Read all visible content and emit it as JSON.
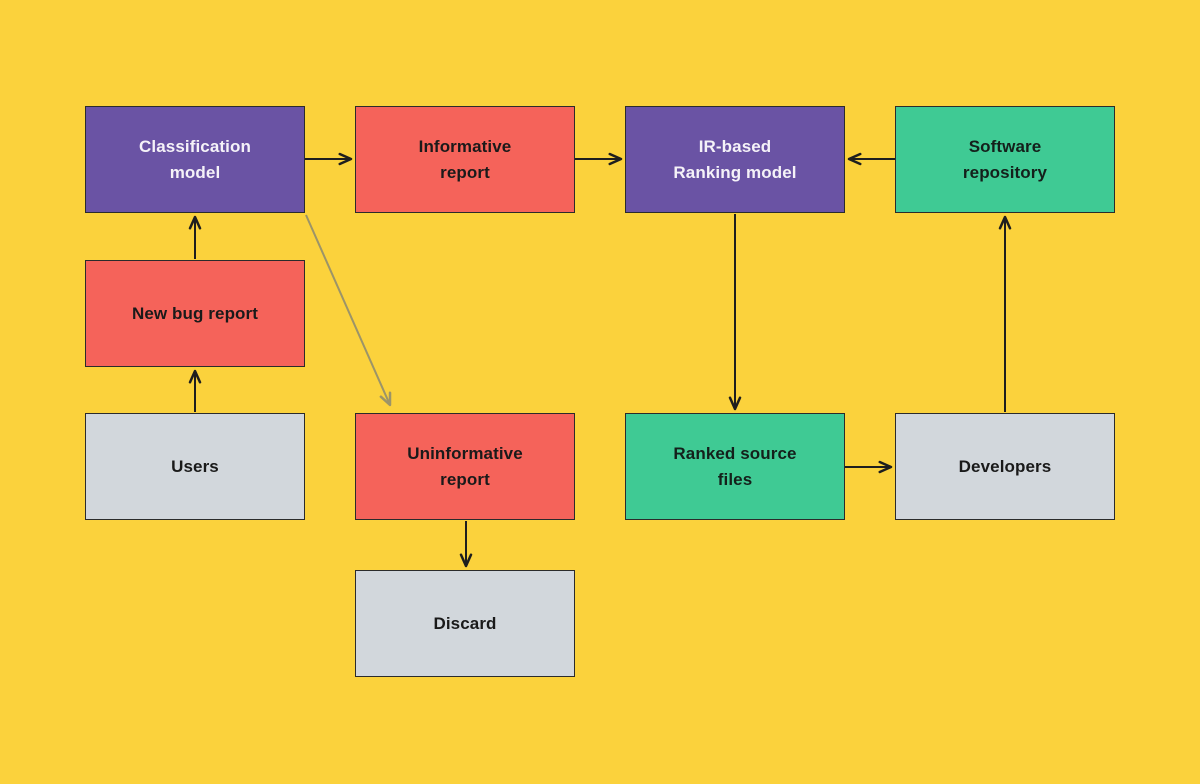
{
  "diagram": {
    "background_color": "#FBD23C",
    "node_border_color": "#2B2B2B",
    "arrow_color": "#1E1E1E",
    "secondary_arrow_color": "#9C9468",
    "palette": {
      "model_purple": "#6A53A4",
      "report_coral": "#F5635A",
      "artifact_green": "#3FCA94",
      "neutral_gray": "#D2D7DC"
    },
    "nodes": {
      "classification_model": {
        "label": "Classification model",
        "fill": "#6A53A4",
        "text_color": "#F5F2F8"
      },
      "informative_report": {
        "label": "Informative report",
        "fill": "#F5635A",
        "text_color": "#1A1A1A"
      },
      "ir_ranking_model": {
        "label": "IR-based Ranking model",
        "fill": "#6A53A4",
        "text_color": "#F5F2F8"
      },
      "software_repository": {
        "label": "Software repository",
        "fill": "#3FCA94",
        "text_color": "#1A1A1A"
      },
      "new_bug_report": {
        "label": "New bug report",
        "fill": "#F5635A",
        "text_color": "#1A1A1A"
      },
      "users": {
        "label": "Users",
        "fill": "#D2D7DC",
        "text_color": "#1A1A1A"
      },
      "uninformative_report": {
        "label": "Uninformative report",
        "fill": "#F5635A",
        "text_color": "#1A1A1A"
      },
      "ranked_source_files": {
        "label": "Ranked source files",
        "fill": "#3FCA94",
        "text_color": "#1A1A1A"
      },
      "developers": {
        "label": "Developers",
        "fill": "#D2D7DC",
        "text_color": "#1A1A1A"
      },
      "discard": {
        "label": "Discard",
        "fill": "#D2D7DC",
        "text_color": "#1A1A1A"
      }
    },
    "edges": [
      {
        "from": "Users",
        "to": "New bug report",
        "style": "black"
      },
      {
        "from": "New bug report",
        "to": "Classification model",
        "style": "black"
      },
      {
        "from": "Classification model",
        "to": "Informative report",
        "style": "black"
      },
      {
        "from": "Classification model",
        "to": "Uninformative report",
        "style": "gray"
      },
      {
        "from": "Informative report",
        "to": "IR-based Ranking model",
        "style": "black"
      },
      {
        "from": "Software repository",
        "to": "IR-based Ranking model",
        "style": "black"
      },
      {
        "from": "IR-based Ranking model",
        "to": "Ranked source files",
        "style": "black"
      },
      {
        "from": "Ranked source files",
        "to": "Developers",
        "style": "black"
      },
      {
        "from": "Developers",
        "to": "Software repository",
        "style": "black"
      },
      {
        "from": "Uninformative report",
        "to": "Discard",
        "style": "black"
      }
    ]
  }
}
